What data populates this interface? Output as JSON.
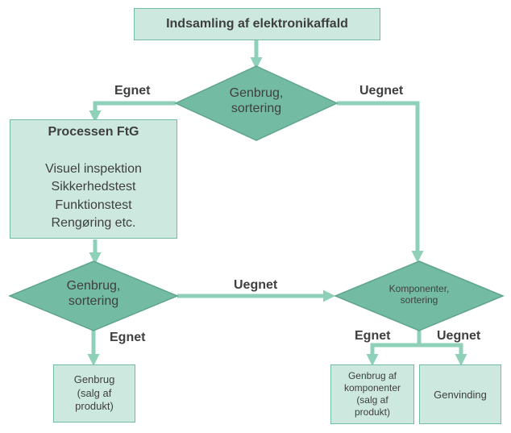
{
  "nodes": {
    "start": {
      "text": "Indsamling af elektronikaffald"
    },
    "decision1": {
      "line1": "Genbrug,",
      "line2": "sortering"
    },
    "process": {
      "title": "Processen FtG",
      "steps": [
        "Visuel inspektion",
        "Sikkerhedstest",
        "Funktionstest",
        "Rengøring etc."
      ]
    },
    "decision2": {
      "line1": "Genbrug,",
      "line2": "sortering"
    },
    "components": {
      "line1": "Komponenter,",
      "line2": "sortering"
    },
    "reuse_product": {
      "lines": [
        "Genbrug",
        "(salg af",
        "produkt)"
      ]
    },
    "reuse_components": {
      "lines": [
        "Genbrug af",
        "komponenter",
        "(salg af",
        "produkt)"
      ]
    },
    "recovery": {
      "text": "Genvinding"
    }
  },
  "edges": {
    "d1_suitable": "Egnet",
    "d1_unsuitable": "Uegnet",
    "d2_unsuitable": "Uegnet",
    "d2_suitable": "Egnet",
    "comp_suitable": "Egnet",
    "comp_unsuitable": "Uegnet"
  },
  "colors": {
    "box_fill": "#cde8de",
    "diamond_fill": "#74bba3",
    "connector": "#8fd0b8",
    "text": "#3f3f3f"
  }
}
